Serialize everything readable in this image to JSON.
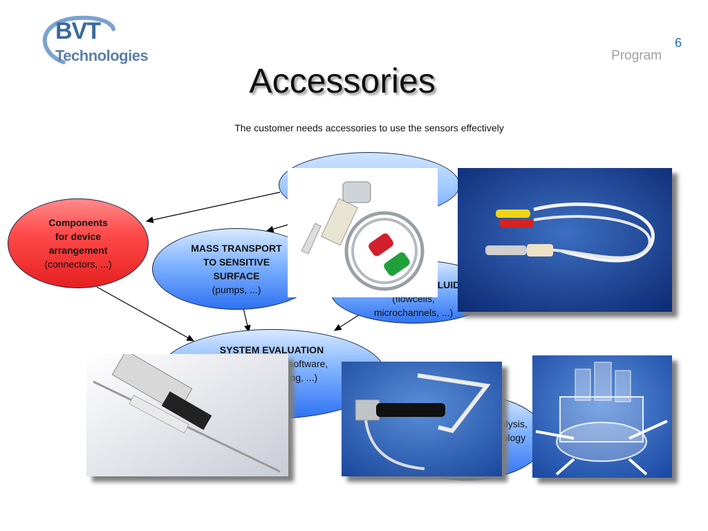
{
  "logo": {
    "line1": "BVT",
    "line2": "Technologies"
  },
  "header": {
    "page_number": "6",
    "program_label": "Program",
    "title": "Accessories",
    "subtitle": "The customer needs accessories to use the sensors effectively"
  },
  "nodes": {
    "components": {
      "bold": [
        "Components",
        "for device",
        "arrangement"
      ],
      "normal": "(connectors, ...)"
    },
    "mass_transport": {
      "bold": [
        "MASS TRANSPORT",
        "TO SENSITIVE",
        "SURFACE"
      ],
      "normal": "(pumps, ...)"
    },
    "microfluidics": {
      "bold": "MICROFLUIDICS",
      "normal": [
        "(flowcells,",
        "microchannels, ...)"
      ]
    },
    "system_evaluation": {
      "bold": "SYSTEM EVALUATION",
      "normal": [
        "(data acquisition software,",
        "signal processing, ...)"
      ]
    },
    "analysis": {
      "normal": [
        "data analysis,",
        "methodology",
        "(...)"
      ]
    }
  },
  "colors": {
    "accent_blue": "#2f72f2",
    "accent_red": "#e52020",
    "page_number": "#1b6fb6"
  }
}
